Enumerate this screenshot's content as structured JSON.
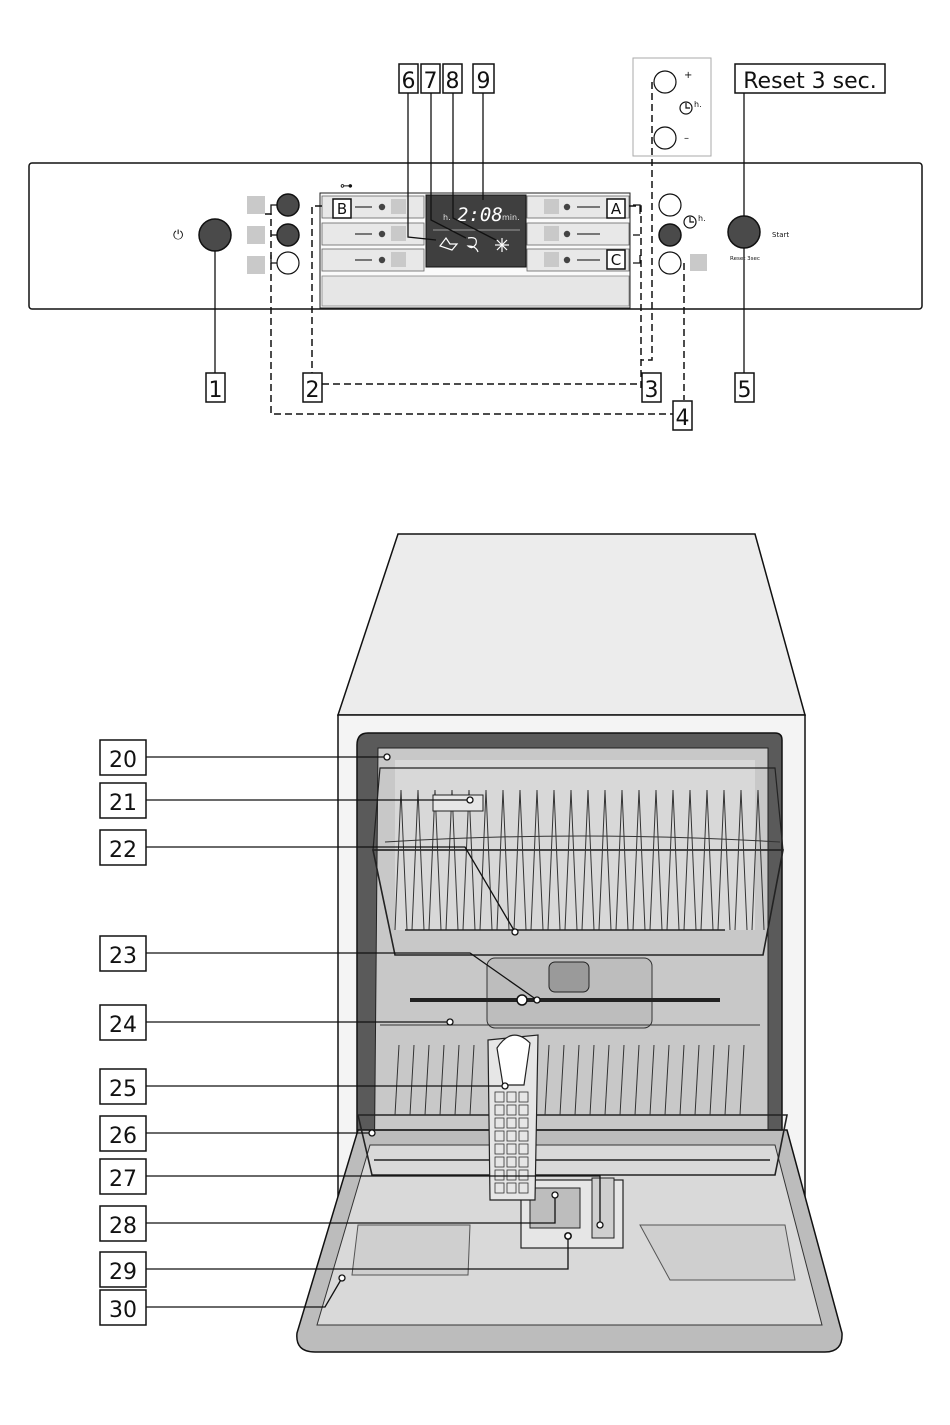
{
  "control_panel": {
    "power_symbol": "⏻",
    "key_symbol": "⊶",
    "display": {
      "hours_label": "h.",
      "time_value": "2:08",
      "minutes_label": "min."
    },
    "program_group_labels": [
      "B",
      "A",
      "C"
    ],
    "timer_inset": {
      "plus": "+",
      "minus": "–",
      "hours": "h."
    },
    "timer_hours_label": "h.",
    "start_label": "Start",
    "reset_small_label": "Reset 3sec",
    "reset_callout": "Reset 3 sec."
  },
  "panel_callouts": [
    "1",
    "2",
    "3",
    "4",
    "5",
    "6",
    "7",
    "8",
    "9"
  ],
  "interior_callouts": [
    "20",
    "21",
    "22",
    "23",
    "24",
    "25",
    "26",
    "27",
    "28",
    "29",
    "30"
  ],
  "icons": {
    "power": "power-icon",
    "key": "child-lock-key-icon",
    "clock": "clock-icon",
    "rinse_aid": "rinse-aid-icon",
    "salt": "salt-refill-icon",
    "eco": "sun-icon"
  }
}
